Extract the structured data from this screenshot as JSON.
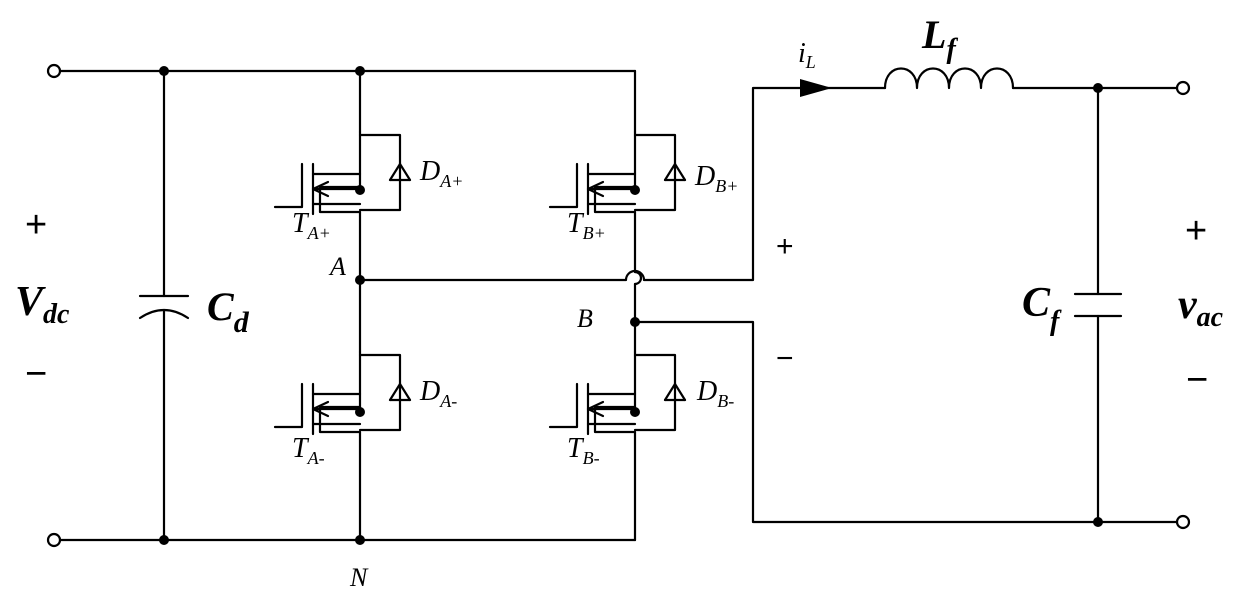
{
  "labels": {
    "vdc_main": "V",
    "vdc_sub": "dc",
    "vdc_plus": "+",
    "vdc_minus": "−",
    "cd_main": "C",
    "cd_sub": "d",
    "lf_main": "L",
    "lf_sub": "f",
    "cf_main": "C",
    "cf_sub": "f",
    "vac_main": "v",
    "vac_sub": "ac",
    "vac_plus": "+",
    "vac_minus": "−",
    "out_plus": "+",
    "out_minus": "−",
    "il_main": "i",
    "il_sub": "L",
    "node_a": "A",
    "node_b": "B",
    "node_n": "N",
    "ta_plus_main": "T",
    "ta_plus_sub": "A+",
    "ta_minus_main": "T",
    "ta_minus_sub": "A-",
    "tb_plus_main": "T",
    "tb_plus_sub": "B+",
    "tb_minus_main": "T",
    "tb_minus_sub": "B-",
    "da_plus_main": "D",
    "da_plus_sub": "A+",
    "da_minus_main": "D",
    "da_minus_sub": "A-",
    "db_plus_main": "D",
    "db_plus_sub": "B+",
    "db_minus_main": "D",
    "db_minus_sub": "B-"
  }
}
